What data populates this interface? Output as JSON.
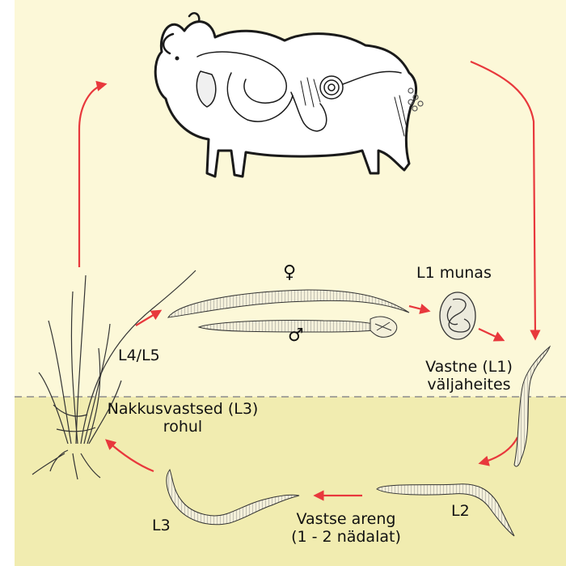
{
  "labels": {
    "female_symbol": "♀",
    "male_symbol": "♂",
    "l1_eggs": "L1 munas",
    "l4_l5": "L4/L5",
    "larva_in_feces_line1": "Vastne (L1)",
    "larva_in_feces_line2": "väljaheites",
    "infective_larvae_line1": "Nakkusvastsed (L3)",
    "infective_larvae_line2": "rohul",
    "l2": "L2",
    "l3": "L3",
    "larval_development_line1": "Vastse areng",
    "larval_development_line2": "(1 - 2 nädalat)"
  },
  "colors": {
    "sky_background": "#fcf8d8",
    "soil_background": "#f1ecb0",
    "cycle_arrow": "#e8383c",
    "outline": "#1a1a1a",
    "soil_line": "#8c8c8c"
  }
}
